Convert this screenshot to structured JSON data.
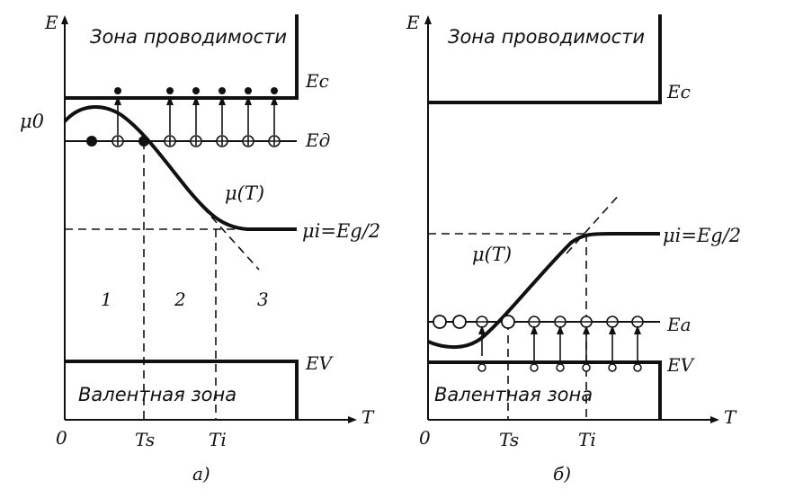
{
  "left": {
    "axis_y": "E",
    "axis_x": "T",
    "origin": "0",
    "conduction_zone": "Зона проводимости",
    "valence_zone": "Валентная зона",
    "ec": "Eс",
    "ed": "Eд",
    "ev": "EV",
    "mu0": "μ0",
    "mu_t": "μ(T)",
    "mu_i": "μi=Eg/2",
    "region1": "1",
    "region2": "2",
    "region3": "3",
    "ts": "Ts",
    "ti": "Ti",
    "caption": "а)"
  },
  "right": {
    "axis_y": "E",
    "axis_x": "T",
    "origin": "0",
    "conduction_zone": "Зона проводимости",
    "valence_zone": "Валентная зона",
    "ec": "Eс",
    "ea": "Eа",
    "ev": "EV",
    "mu_t": "μ(T)",
    "mu_i": "μi=Eg/2",
    "ts": "Ts",
    "ti": "Ti",
    "caption": "б)"
  }
}
